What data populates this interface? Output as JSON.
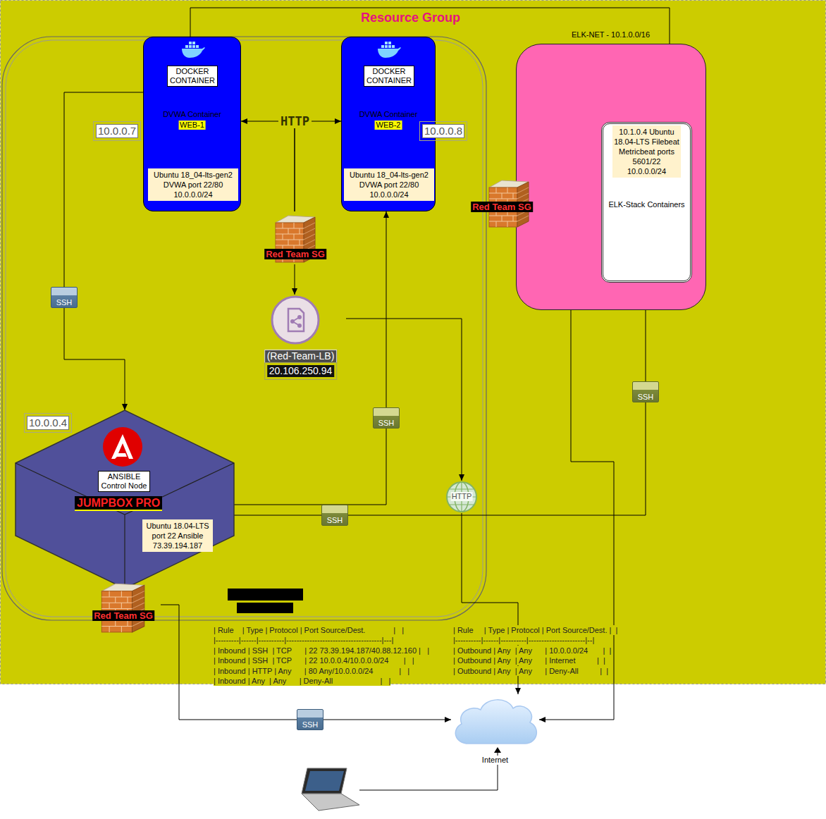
{
  "diagram": {
    "nodes": [
      {
        "text": [
          "Resource Group"
        ]
      },
      {
        "text": [
          "DOCKER CONTAINER",
          "DVWA Container",
          "WEB-1",
          "Ubuntu 18_04-lts-gen2 DVWA port 22/80 10.0.0.0/24"
        ],
        "in": 0
      },
      {
        "text": [
          "DOCKER CONTAINER",
          "DVWA Container",
          "WEB-2",
          "Ubuntu 18_04-lts-gen2 DVWA port 22/80 10.0.0.0/24"
        ],
        "in": 0
      },
      {
        "text": [
          "ELK-NET - 10.1.0.0/16"
        ],
        "in": 0
      },
      {
        "text": [
          "10.1.0.4 Ubuntu 18.04-LTS Filebeat Metricbeat ports 5601/22 10.0.0.0/24",
          "ELK-Stack Containers"
        ],
        "in": 3
      },
      {
        "text": [
          "Red Team SG"
        ],
        "in": 0
      },
      {
        "text": [
          "Red Team SG"
        ],
        "in": 0
      },
      {
        "text": [
          "(Red-Team-LB)",
          "20.106.250.94"
        ],
        "in": 0
      },
      {
        "text": [
          "ANSIBLE Control Node",
          "JUMPBOX PRO",
          "Ubuntu 18.04-LTS port 22 Ansible 73.39.194.187"
        ],
        "in": 0
      },
      {
        "text": [
          "HTTP"
        ],
        "in": 0
      },
      {
        "text": [
          "Red Team SG"
        ],
        "in": 0
      },
      {
        "text": [
          "Internet"
        ]
      }
    ],
    "edges": [
      {
        "from": 6,
        "to": 1,
        "label": "HTTP",
        "arrow": "to"
      },
      {
        "from": 6,
        "to": 2,
        "arrow": "to"
      },
      {
        "from": 6,
        "to": 7,
        "arrow": "to"
      },
      {
        "from": 7,
        "to": 9,
        "arrow": "to"
      },
      {
        "from": 9,
        "to": 11,
        "arrow": "to"
      },
      {
        "from": 1,
        "to": 4,
        "arrow": "to"
      },
      {
        "from": 1,
        "to": 8,
        "label": "SSH",
        "arrow": "to"
      },
      {
        "from": 8,
        "to": 2,
        "label": "SSH",
        "arrow": "to"
      },
      {
        "from": 8,
        "to": 4,
        "label": "SSH",
        "arrow": "to"
      },
      {
        "from": 10,
        "to": 11,
        "label": "SSH",
        "arrow": "to"
      },
      {
        "from": 5,
        "to": 11,
        "arrow": "to"
      }
    ],
    "labels": [
      "10.0.0.7",
      "10.0.0.8",
      "10.0.0.4",
      "SSH",
      "| Rule    | Type | Protocol | Port Source/Dest.             |   |",
      "|---------|------|----------|-------------------------------------|---|",
      "| Inbound | SSH  | TCP      | 22 73.39.194.187/40.88.12.160 |   |",
      "| Inbound | SSH  | TCP      | 22 10.0.0.4/10.0.0.0/24       |   |",
      "| Inbound | HTTP | Any      | 80 Any/10.0.0.0/24            |   |",
      "| Inbound | Any  | Any      | Deny-All                      |   |",
      "| Rule     | Type | Protocol | Port Source/Dest. |  |",
      "|----------|------|----------|----------------------|--|",
      "| Outbound | Any  | Any      | 10.0.0.0/24       |  |",
      "| Outbound | Any  | Any      | Internet          |  |",
      "| Outbound | Any  | Any      | Deny-All          |  |"
    ]
  }
}
